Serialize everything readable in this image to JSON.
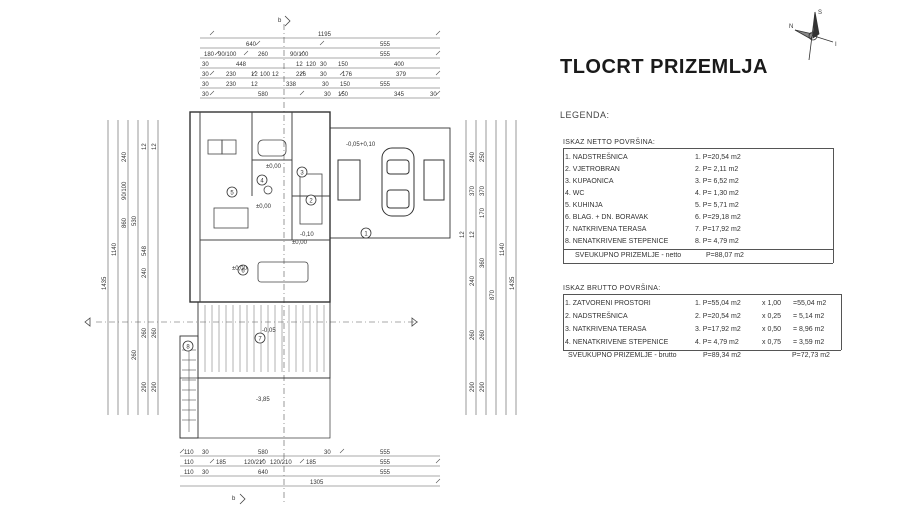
{
  "title": "TLOCRT PRIZEMLJA",
  "legend_title": "LEGENDA:",
  "compass": {
    "north_label": "N",
    "south_label": "S",
    "side_label": "I"
  },
  "netto": {
    "heading": "ISKAZ NETTO POVRŠINA:",
    "rows": [
      {
        "name": "1. NADSTREŠNICA",
        "area": "1. P=20,54 m2"
      },
      {
        "name": "2. VJETROBRAN",
        "area": "2. P= 2,11 m2"
      },
      {
        "name": "3. KUPAONICA",
        "area": "3. P= 6,52 m2"
      },
      {
        "name": "4. WC",
        "area": "4. P= 1,30 m2"
      },
      {
        "name": "5. KUHINJA",
        "area": "5. P= 5,71 m2"
      },
      {
        "name": "6. BLAG. + DN. BORAVAK",
        "area": "6. P=29,18 m2"
      },
      {
        "name": "7. NATKRIVENA TERASA",
        "area": "7. P=17,92 m2"
      },
      {
        "name": "8. NENATKRIVENE STEPENICE",
        "area": "8. P= 4,79 m2"
      }
    ],
    "total_label": "SVEUKUPNO PRIZEMLJE - netto",
    "total_value": "P=88,07 m2"
  },
  "brutto": {
    "heading": "ISKAZ BRUTTO POVRŠINA:",
    "rows": [
      {
        "name": "1. ZATVORENI PROSTORI",
        "area": "1. P=55,04 m2",
        "factor": "x 1,00",
        "result": "=55,04 m2"
      },
      {
        "name": "2. NADSTREŠNICA",
        "area": "2. P=20,54 m2",
        "factor": "x 0,25",
        "result": "= 5,14 m2"
      },
      {
        "name": "3. NATKRIVENA TERASA",
        "area": "3. P=17,92 m2",
        "factor": "x 0,50",
        "result": "= 8,96 m2"
      },
      {
        "name": "4. NENATKRIVENE STEPENICE",
        "area": "4. P= 4,79 m2",
        "factor": "x 0,75",
        "result": "= 3,59 m2"
      }
    ],
    "total_label": "SVEUKUPNO PRIZEMLJE - brutto",
    "total_value": "P=89,34 m2",
    "total_weighted": "P=72,73 m2"
  },
  "plan": {
    "section_top": "b",
    "section_bottom": "b",
    "top_dims": [
      [
        "1195"
      ],
      [
        "640",
        "555"
      ],
      [
        "180",
        "90/100",
        "260",
        "90/100",
        "555"
      ],
      [
        "30",
        "448",
        "12",
        "120",
        "30",
        "150",
        "400"
      ],
      [
        "30",
        "230",
        "12",
        "100",
        "12",
        "226",
        "30",
        "176",
        "379"
      ],
      [
        "30",
        "230",
        "12",
        "338",
        "30",
        "150",
        "555"
      ],
      [
        "30",
        "580",
        "30",
        "150",
        "345",
        "30"
      ]
    ],
    "bottom_dims": [
      [
        "110",
        "30",
        "580",
        "30",
        "555"
      ],
      [
        "110",
        "185",
        "120/210",
        "120/210",
        "185",
        "555"
      ],
      [
        "110",
        "30",
        "640",
        "555"
      ],
      [
        "1305"
      ]
    ],
    "left_dims": [
      "1435",
      "1140",
      "860",
      "90/100",
      "240",
      "530",
      "548",
      "240",
      "12",
      "12",
      "260",
      "260",
      "260",
      "290",
      "290"
    ],
    "right_dims": [
      "1435",
      "1140",
      "870",
      "370",
      "370",
      "250",
      "240",
      "170",
      "12",
      "12",
      "240",
      "360",
      "260",
      "260",
      "290",
      "290"
    ],
    "room_labels": [
      "1",
      "2",
      "3",
      "4",
      "5",
      "6",
      "7",
      "8"
    ],
    "levels": [
      "±0,00",
      "±0,00",
      "±0,00",
      "-0,10",
      "±0,00",
      "-0,05",
      "-0,05",
      "-3,85",
      "+0,10"
    ]
  }
}
